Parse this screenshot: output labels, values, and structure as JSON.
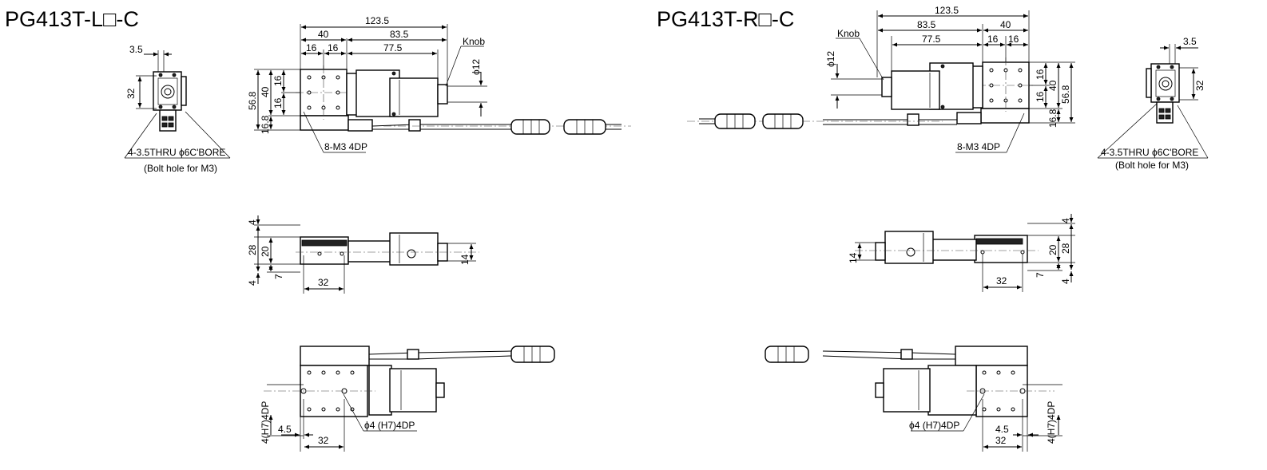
{
  "left": {
    "title": "PG413T-L□-C",
    "side": {
      "dim_3_5": "3.5",
      "dim_32": "32",
      "hole_note": "4-3.5THRU ϕ6C'BORE",
      "hole_note_2": "(Bolt hole for M3)"
    },
    "top": {
      "dim_123_5": "123.5",
      "dim_40": "40",
      "dim_83_5": "83.5",
      "dim_16a": "16",
      "dim_16b": "16",
      "dim_77_5": "77.5",
      "knob": "Knob",
      "dim_phi12": "ϕ12",
      "dim_56_8": "56.8",
      "dim_40v": "40",
      "dim_16v1": "16",
      "dim_16v2": "16",
      "dim_16_8": "16.8",
      "tap_note": "8-M3 4DP"
    },
    "front": {
      "dim_4a": "4",
      "dim_28": "28",
      "dim_20": "20",
      "dim_7": "7",
      "dim_4b": "4",
      "dim_32": "32",
      "dim_14": "14"
    },
    "bottom": {
      "dim_4h7": "4(H7)4DP",
      "dim_4_5": "4.5",
      "dim_32": "32",
      "pin_note": "ϕ4 (H7)4DP"
    }
  },
  "right": {
    "title": "PG413T-R□-C",
    "side": {
      "dim_3_5": "3.5",
      "dim_32": "32",
      "hole_note": "4-3.5THRU ϕ6C'BORE",
      "hole_note_2": "(Bolt hole for M3)"
    },
    "top": {
      "dim_123_5": "123.5",
      "dim_83_5": "83.5",
      "dim_40": "40",
      "dim_77_5": "77.5",
      "dim_16a": "16",
      "dim_16b": "16",
      "knob": "Knob",
      "dim_phi12": "ϕ12",
      "dim_16v1": "16",
      "dim_16v2": "16",
      "dim_40v": "40",
      "dim_56_8": "56.8",
      "dim_16_8": "16.8",
      "tap_note": "8-M3 4DP"
    },
    "front": {
      "dim_4a": "4",
      "dim_28": "28",
      "dim_20": "20",
      "dim_14": "14",
      "dim_7": "7",
      "dim_4b": "4",
      "dim_32": "32"
    },
    "bottom": {
      "pin_note": "ϕ4 (H7)4DP",
      "dim_4_5": "4.5",
      "dim_32": "32",
      "dim_4h7": "4(H7)4DP"
    }
  }
}
